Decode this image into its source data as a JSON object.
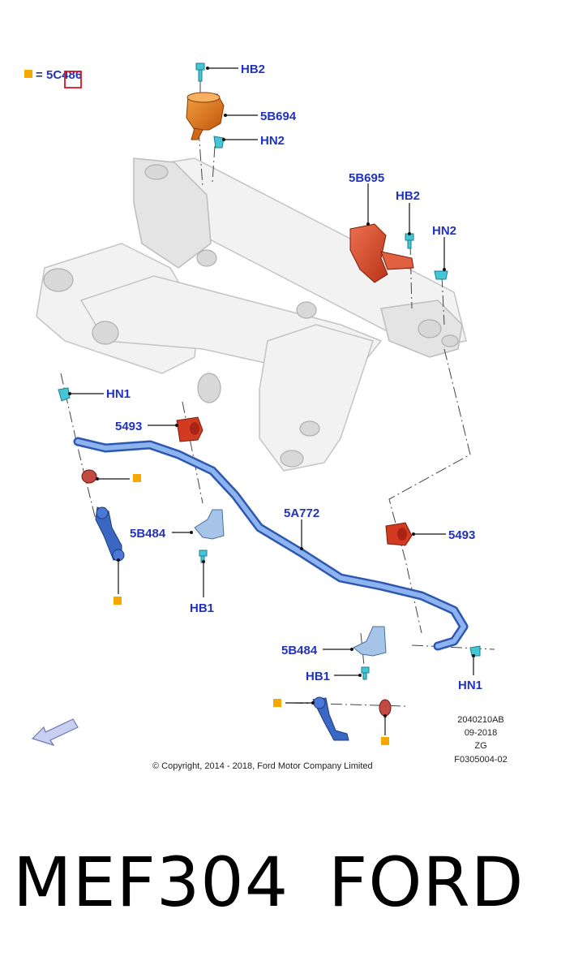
{
  "legend": {
    "equals": "=",
    "code": "5C486",
    "marker_color": "#f5a800"
  },
  "labels": {
    "hb2_top": "HB2",
    "p5b694": "5B694",
    "hn2_top": "HN2",
    "p5b695": "5B695",
    "hb2_right": "HB2",
    "hn2_right": "HN2",
    "hn1_left": "HN1",
    "p5493_left": "5493",
    "p5a772": "5A772",
    "p5b484_left": "5B484",
    "hb1_left": "HB1",
    "p5493_right": "5493",
    "p5b484_right": "5B484",
    "hb1_right": "HB1",
    "hn1_right": "HN1"
  },
  "meta": {
    "line1": "2040210AB",
    "line2": "09-2018",
    "line3": "ZG",
    "line4": "F0305004-02"
  },
  "copyright": "© Copyright, 2014 - 2018, Ford Motor Company Limited",
  "caption": {
    "code": "MEF304",
    "brand": "FORD"
  },
  "colors": {
    "label_blue": "#2233bb",
    "mount_orange": "#e07a1a",
    "mount_red": "#d84a2a",
    "bushing_red": "#cc2a1a",
    "stabilizer_blue": "#5c8ee0",
    "fastener_cyan": "#45c6d6",
    "marker_yellow": "#f5a800"
  }
}
